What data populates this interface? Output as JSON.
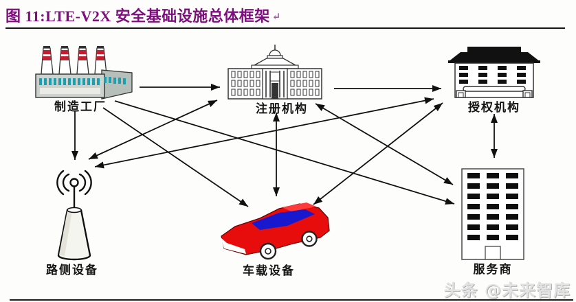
{
  "title": {
    "text": "图 11:LTE-V2X 安全基础设施总体框架",
    "return_mark": "↵"
  },
  "watermark": "头条 @未来智库",
  "colors": {
    "title": "#7d0e7d",
    "arrow": "#111111",
    "rule": "#141414",
    "car_body": "#e80d0d",
    "car_glass": "#1818cf",
    "chimney_stripe": "#c21f30",
    "window_teal": "#1f9fae",
    "building_window_black": "#111111",
    "watermark_gray": "#e3e3e3"
  },
  "diagram": {
    "nodes": [
      {
        "id": "factory",
        "label": "制造工厂",
        "icon": "factory-icon"
      },
      {
        "id": "registration",
        "label": "注册机构",
        "icon": "government-building-icon"
      },
      {
        "id": "authorization",
        "label": "授权机构",
        "icon": "office-building-icon"
      },
      {
        "id": "roadside",
        "label": "路侧设备",
        "icon": "antenna-icon"
      },
      {
        "id": "vehicle",
        "label": "车载设备",
        "icon": "car-icon"
      },
      {
        "id": "service",
        "label": "服务商",
        "icon": "highrise-building-icon"
      }
    ],
    "edges": [
      {
        "from": "factory",
        "to": "registration",
        "bidirectional": false
      },
      {
        "from": "registration",
        "to": "authorization",
        "bidirectional": false
      },
      {
        "from": "factory",
        "to": "roadside",
        "bidirectional": false
      },
      {
        "from": "factory",
        "to": "vehicle",
        "bidirectional": false
      },
      {
        "from": "factory",
        "to": "service",
        "bidirectional": false
      },
      {
        "from": "registration",
        "to": "roadside",
        "bidirectional": true
      },
      {
        "from": "registration",
        "to": "vehicle",
        "bidirectional": true
      },
      {
        "from": "registration",
        "to": "service",
        "bidirectional": true
      },
      {
        "from": "authorization",
        "to": "roadside",
        "bidirectional": true
      },
      {
        "from": "authorization",
        "to": "vehicle",
        "bidirectional": true
      },
      {
        "from": "authorization",
        "to": "service",
        "bidirectional": true
      }
    ]
  }
}
